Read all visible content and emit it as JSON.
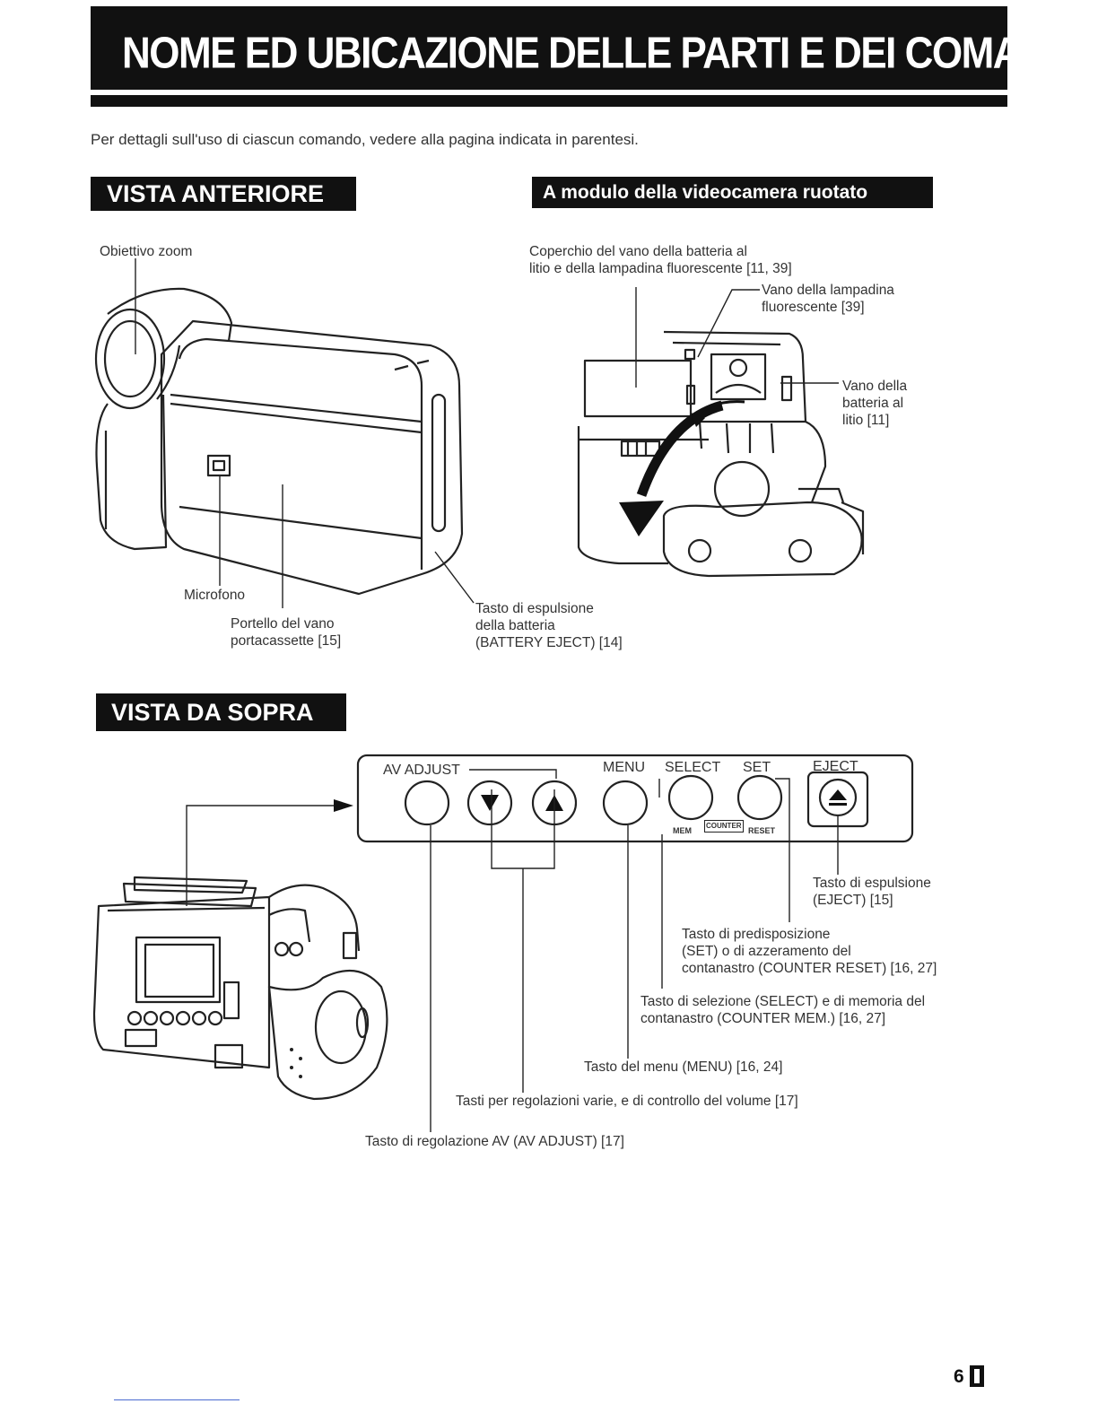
{
  "title": "NOME ED UBICAZIONE DELLE PARTI E DEI COMANDI",
  "intro": "Per dettagli sull'uso di ciascun comando, vedere alla pagina indicata in parentesi.",
  "sections": {
    "front_view": "VISTA ANTERIORE",
    "rotated_module": "A modulo della videocamera ruotato",
    "top_view": "VISTA DA SOPRA"
  },
  "front_labels": {
    "zoom_lens": "Obiettivo zoom",
    "microphone": "Microfono",
    "cassette_door_1": "Portello del vano",
    "cassette_door_2": "portacassette [15]",
    "battery_eject_1": "Tasto di espulsione",
    "battery_eject_2": "della batteria",
    "battery_eject_3": "(BATTERY EJECT) [14]"
  },
  "rotated_labels": {
    "cover_1": "Coperchio del vano della batteria al",
    "cover_2": "litio e della lampadina fluorescente [11, 39]",
    "lamp_1": "Vano della lampadina",
    "lamp_2": "fluorescente [39]",
    "battery_1": "Vano della",
    "battery_2": "batteria al",
    "battery_3": "litio [11]"
  },
  "panel_labels": {
    "av_adjust": "AV ADJUST",
    "menu": "MENU",
    "select": "SELECT",
    "set": "SET",
    "eject": "EJECT",
    "mem": "MEM",
    "counter": "COUNTER",
    "reset": "RESET"
  },
  "top_labels": {
    "eject_1": "Tasto di espulsione",
    "eject_2": "(EJECT) [15]",
    "set_1": "Tasto di predisposizione",
    "set_2": "(SET) o di azzeramento del",
    "set_3": "contanastro (COUNTER RESET) [16, 27]",
    "select_1": "Tasto di selezione (SELECT) e di memoria del",
    "select_2": "contanastro (COUNTER MEM.) [16, 27]",
    "menu": "Tasto del menu (MENU) [16, 24]",
    "various": "Tasti per regolazioni varie, e di controllo del volume [17]",
    "av_adjust": "Tasto di regolazione AV (AV ADJUST) [17]"
  },
  "page": {
    "number": "6"
  }
}
